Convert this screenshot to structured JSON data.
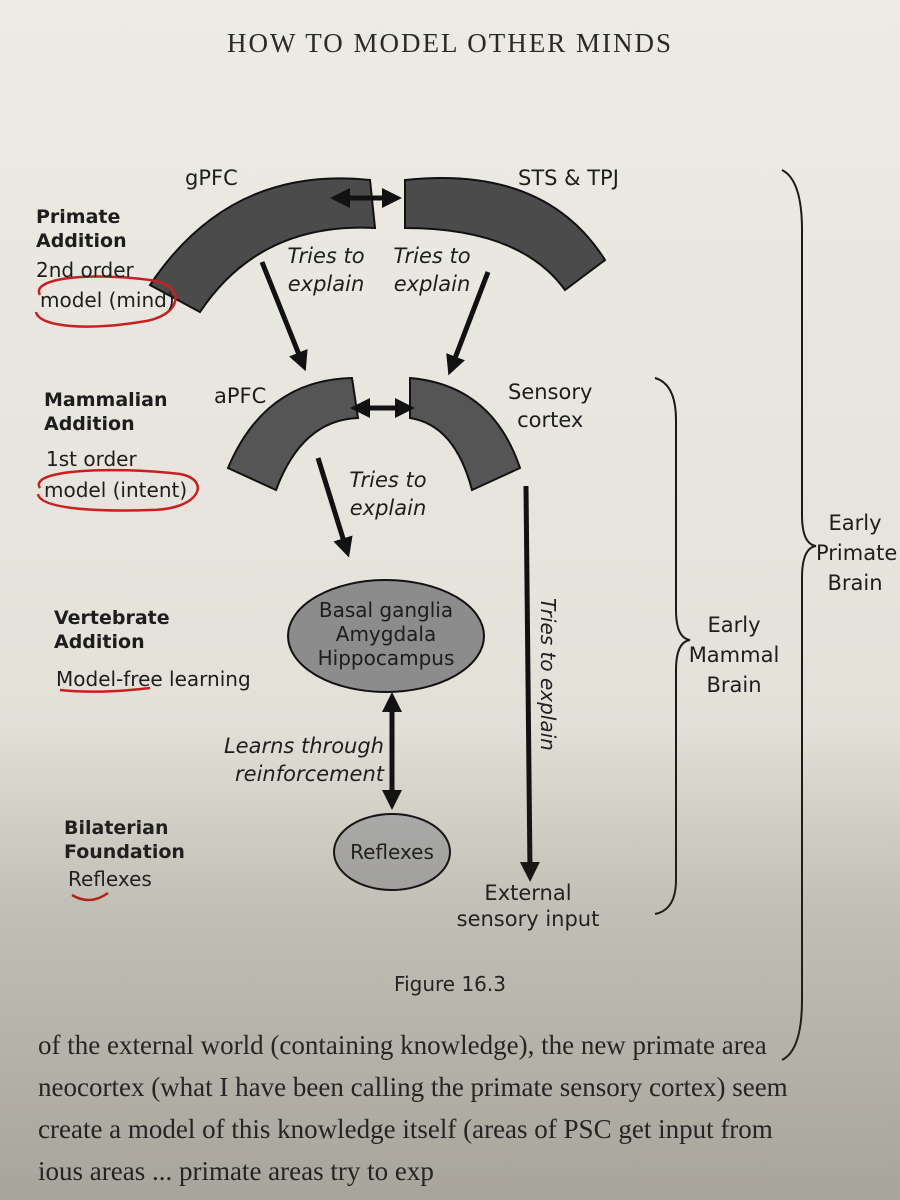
{
  "running_header": "HOW TO MODEL OTHER MINDS",
  "diagram": {
    "regions": {
      "gpfc": "gPFC",
      "sts_tpj": "STS & TPJ",
      "apfc": "aPFC",
      "sensory_cortex": [
        "Sensory",
        "cortex"
      ],
      "oval_main": [
        "Basal ganglia",
        "Amygdala",
        "Hippocampus"
      ],
      "oval_reflexes": "Reflexes",
      "external_input": [
        "External",
        "sensory input"
      ]
    },
    "arrow_labels": {
      "tries_left": [
        "Tries to",
        "explain"
      ],
      "tries_right": [
        "Tries to",
        "explain"
      ],
      "tries_mid": [
        "Tries to",
        "explain"
      ],
      "tries_vertical": "Tries to explain",
      "learns": [
        "Learns through",
        "reinforcement"
      ]
    },
    "side_labels": {
      "primate": [
        "Primate",
        "Addition"
      ],
      "primate_order": "2nd order",
      "primate_model": "model (mind)",
      "mammalian": [
        "Mammalian",
        "Addition"
      ],
      "mammalian_order": "1st order",
      "mammalian_model": "model (intent)",
      "vertebrate": [
        "Vertebrate",
        "Addition"
      ],
      "vertebrate_model": "Model-free learning",
      "bilaterian": [
        "Bilaterian",
        "Foundation"
      ],
      "bilaterian_model": "Reflexes"
    },
    "brackets": {
      "early_mammal": [
        "Early",
        "Mammal",
        "Brain"
      ],
      "early_primate": [
        "Early",
        "Primate",
        "Brain"
      ]
    }
  },
  "figure_caption": "Figure 16.3",
  "body_lines": [
    "of the external world (containing knowledge), the new primate area",
    "neocortex (what I have been calling the primate sensory cortex) seem",
    "create a model of this knowledge itself (areas of PSC get input from",
    "ious areas ... primate areas try to exp"
  ],
  "colors": {
    "paper": "#e8e6de",
    "fill_dark": "#4a4a4a",
    "fill_oval": "#8a8a8a",
    "ink_red": "#c8201f"
  }
}
